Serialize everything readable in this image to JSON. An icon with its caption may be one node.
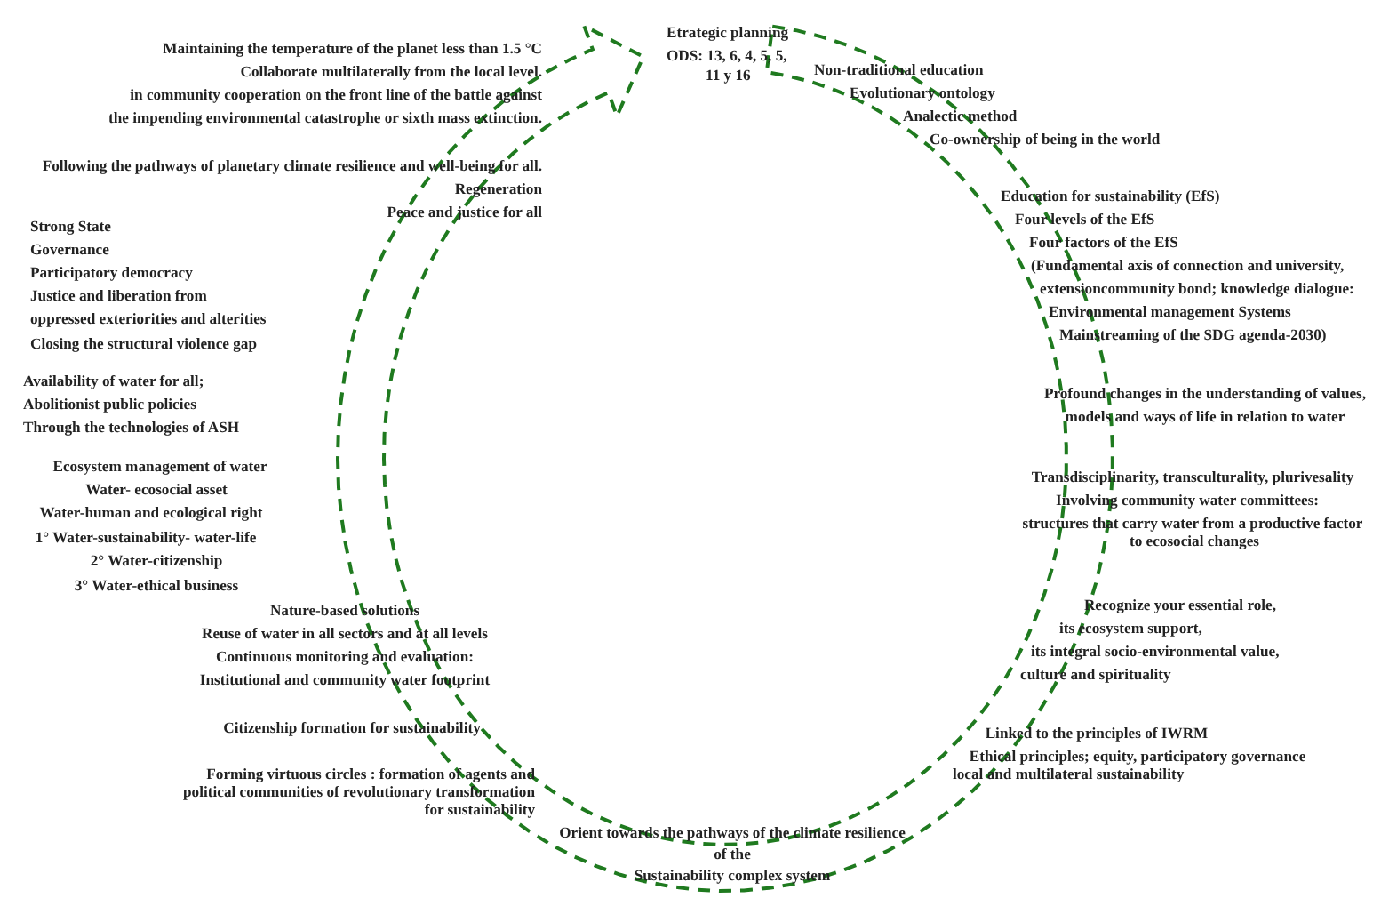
{
  "diagram": {
    "labels": [
      "Maintaining the temperature of the planet less than 1.5 °C",
      "Collaborate multilaterally from the local level.",
      "in community cooperation on the front line of the battle against",
      "the impending environmental catastrophe or sixth mass extinction.",
      "Following the pathways of planetary climate resilience and well-being for all.",
      "Regeneration",
      "Peace and justice for all",
      "Strong State",
      "Governance",
      "Participatory democracy",
      "Justice and liberation from",
      "oppressed exteriorities and alterities",
      "Closing the structural violence gap",
      "Availability of water for all;",
      "Abolitionist public policies",
      "Through the technologies of ASH",
      "Ecosystem management of water",
      "Water- ecosocial asset",
      "Water-human and ecological right",
      "1° Water-sustainability- water-life",
      "2° Water-citizenship",
      "3° Water-ethical business",
      "Nature-based solutions",
      "Reuse of water in all sectors and at all levels",
      "Continuous monitoring and evaluation:",
      "Institutional and community water footprint",
      "Citizenship formation for sustainability",
      "Forming virtuous circles : formation of agents and",
      "political communities of revolutionary transformation",
      "for sustainability",
      "Orient towards the pathways of the climate resilience",
      "of the",
      "Sustainability complex system",
      "Etrategic planning",
      "ODS: 13, 6, 4, 5, 5,",
      "11 y 16",
      "Non-traditional education",
      "Evolutionary ontology",
      "Analectic method",
      "Co-ownership of being in the world",
      "Education for sustainability (EfS)",
      "Four levels of the EfS",
      "Four factors of the EfS",
      "(Fundamental axis of connection and university,",
      "extensioncommunity bond; knowledge dialogue:",
      "Environmental management Systems",
      "Mainstreaming of the SDG agenda-2030)",
      "Profound changes in the understanding of values,",
      "models and ways of life in relation to water",
      "Transdisciplinarity, transculturality, plurivesality",
      "Involving community water committees:",
      "structures that carry water from a productive factor",
      "to ecosocial changes",
      "Recognize your essential role,",
      "its ecosystem support,",
      "its integral socio-environmental value,",
      "culture and spirituality",
      "Linked to the principles of IWRM",
      "Ethical principles; equity, participatory governance",
      "local and multilateral sustainability"
    ]
  }
}
